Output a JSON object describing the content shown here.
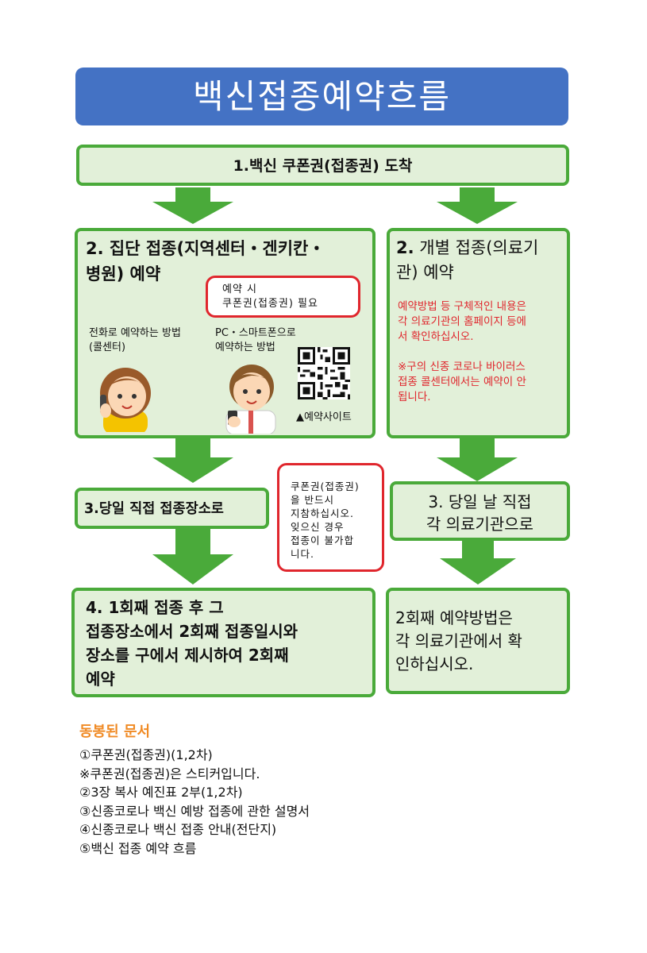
{
  "title": "백신접종예약흐름",
  "step1": "1.백신 쿠폰권(접종권) 도착",
  "group": {
    "heading_line1": "2. 집단 접종(지역센터・겐키칸・",
    "heading_line2": "병원) 예약",
    "note_line1": "예약 시",
    "note_line2": "쿠폰권(접종권) 필요",
    "phone_line1": "전화로 예약하는 방법",
    "phone_line2": "(콜센터)",
    "pc_line1": "PC・스마트폰으로",
    "pc_line2": "예약하는 방법",
    "site_label": "▲예약사이트"
  },
  "individual": {
    "heading_num": "2.",
    "heading_line1": " 개별 접종(의료기",
    "heading_line2": "관) 예약",
    "red_text_1": [
      "예약방법 등 구체적인 내용은",
      "각 의료기관의 홈페이지 등에",
      "서 확인하십시오."
    ],
    "red_text_2": [
      "※구의 신종 코로나 바이러스",
      "접종 콜센터에서는 예약이 안",
      "됩니다."
    ]
  },
  "step3a": "3.당일 직접 접종장소로",
  "note2": [
    "쿠폰권(접종권)",
    "을 반드시",
    "지참하십시오.",
    "잊으신 경우",
    "접종이 불가합",
    "니다."
  ],
  "step3b": [
    "3. 당일 날 직접",
    "각 의료기관으로"
  ],
  "step4a": [
    "4. 1회째 접종 후 그",
    "접종장소에서 2회째 접종일시와",
    "장소를 구에서 제시하여 2회째",
    "예약"
  ],
  "step4b": [
    "2회째 예약방법은",
    "각 의료기관에서 확",
    "인하십시오."
  ],
  "enclosed": {
    "title": "동봉된 문서",
    "items": [
      "①쿠폰권(접종권)(1,2차)",
      "※쿠폰권(접종권)은 스티커입니다.",
      "②3장 복사 예진표 2부(1,2차)",
      "③신종코로나 백신 예방 접종에 관한 설명서",
      "④신종코로나 백신 접종 안내(전단지)",
      "⑤백신 접종 예약 흐름"
    ]
  },
  "colors": {
    "title_bg": "#4472c4",
    "box_bg": "#e2f0d9",
    "green": "#4aaa3a",
    "red": "#e0262d",
    "orange": "#f08a24"
  }
}
